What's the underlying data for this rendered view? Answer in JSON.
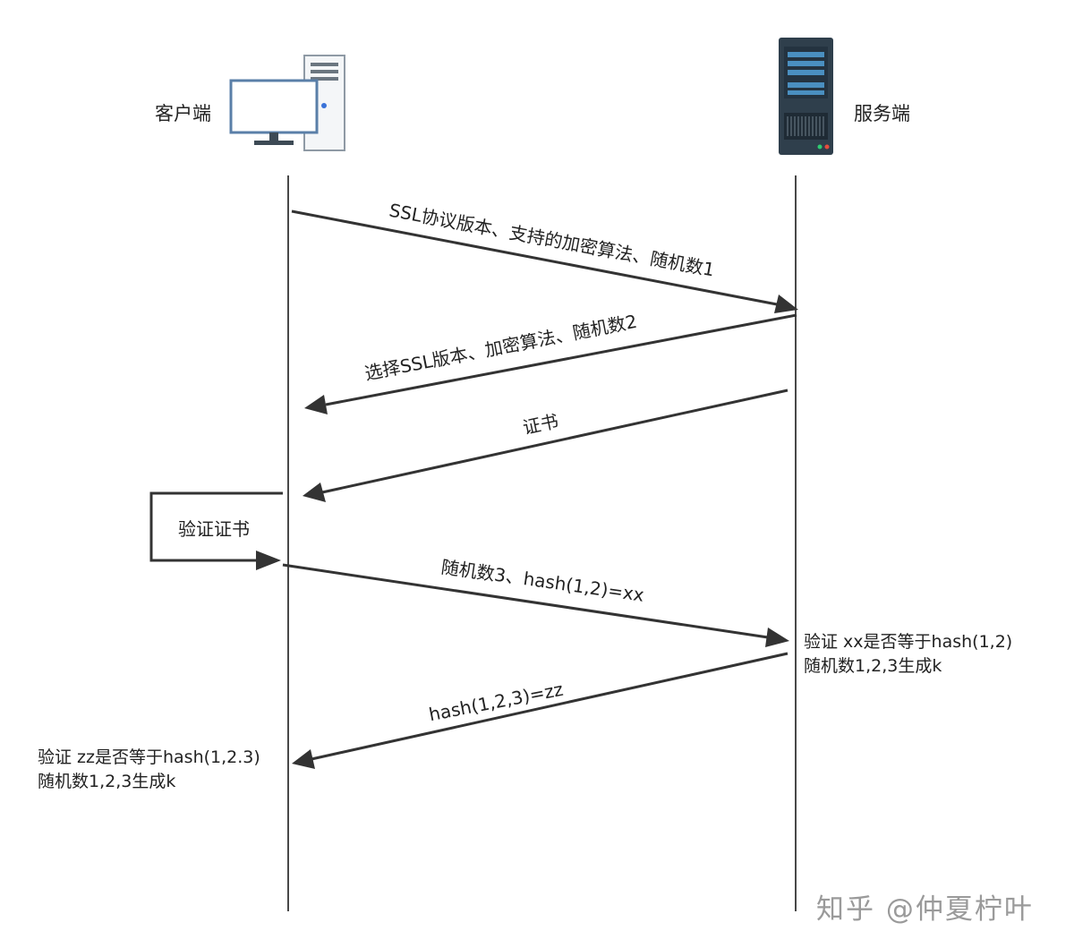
{
  "participants": {
    "client": {
      "label": "客户端",
      "icon": "desktop-computer-icon"
    },
    "server": {
      "label": "服务端",
      "icon": "server-rack-icon"
    }
  },
  "messages": [
    {
      "from": "client",
      "to": "server",
      "label": "SSL协议版本、支持的加密算法、随机数1"
    },
    {
      "from": "server",
      "to": "client",
      "label": "选择SSL版本、加密算法、随机数2"
    },
    {
      "from": "server",
      "to": "client",
      "label": "证书"
    },
    {
      "from": "client",
      "to": "client",
      "label": "验证证书"
    },
    {
      "from": "client",
      "to": "server",
      "label": "随机数3、hash(1,2)=xx"
    },
    {
      "from": "server",
      "to": "client",
      "label": "hash(1,2,3)=zz"
    }
  ],
  "notes": {
    "server": {
      "line1": "验证 xx是否等于hash(1,2)",
      "line2": "随机数1,2,3生成k"
    },
    "client": {
      "line1": "验证 zz是否等于hash(1,2.3)",
      "line2": "随机数1,2,3生成k"
    }
  },
  "watermark": "知乎 @仲夏柠叶",
  "colors": {
    "line": "#1a1a1a",
    "arrow": "#333333",
    "server_body": "#2f3f4c",
    "server_panel": "#4a8fc0",
    "monitor_frame": "#5a7fa8",
    "watermark": "#9a9a9a"
  }
}
